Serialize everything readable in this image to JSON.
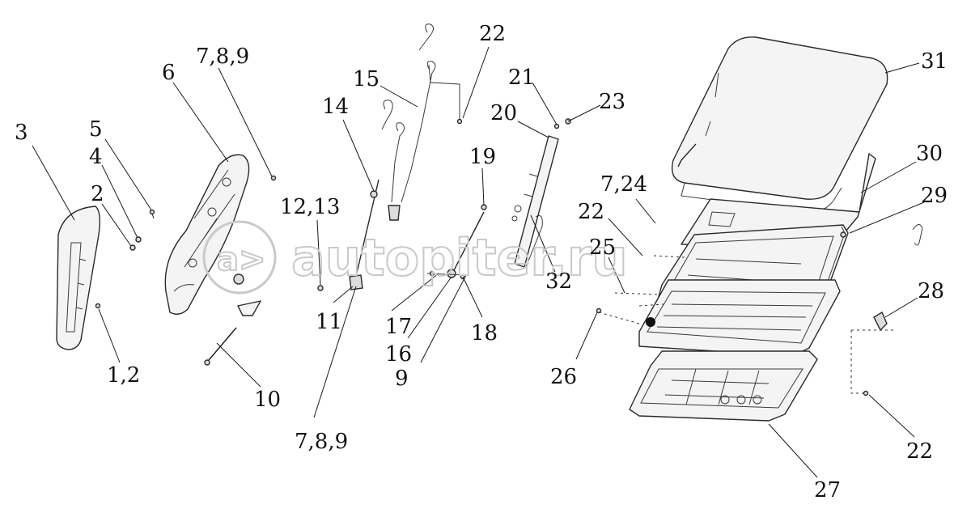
{
  "watermark": {
    "text": "autopiter.ru",
    "logo_glyph": "a>"
  },
  "callouts": [
    {
      "id": "c3",
      "label": "3"
    },
    {
      "id": "c5",
      "label": "5"
    },
    {
      "id": "c4",
      "label": "4"
    },
    {
      "id": "c2",
      "label": "2"
    },
    {
      "id": "c12",
      "label": "1,2"
    },
    {
      "id": "c6",
      "label": "6"
    },
    {
      "id": "c789a",
      "label": "7,8,9"
    },
    {
      "id": "c10",
      "label": "10"
    },
    {
      "id": "c1213",
      "label": "12,13"
    },
    {
      "id": "c14",
      "label": "14"
    },
    {
      "id": "c15",
      "label": "15"
    },
    {
      "id": "c11",
      "label": "11"
    },
    {
      "id": "c789b",
      "label": "7,8,9"
    },
    {
      "id": "c22a",
      "label": "22"
    },
    {
      "id": "c19",
      "label": "19"
    },
    {
      "id": "c17",
      "label": "17"
    },
    {
      "id": "c16",
      "label": "16"
    },
    {
      "id": "c9",
      "label": "9"
    },
    {
      "id": "c18",
      "label": "18"
    },
    {
      "id": "c21",
      "label": "21"
    },
    {
      "id": "c20",
      "label": "20"
    },
    {
      "id": "c23",
      "label": "23"
    },
    {
      "id": "c32",
      "label": "32"
    },
    {
      "id": "c724",
      "label": "7,24"
    },
    {
      "id": "c22b",
      "label": "22"
    },
    {
      "id": "c25",
      "label": "25"
    },
    {
      "id": "c26",
      "label": "26"
    },
    {
      "id": "c31",
      "label": "31"
    },
    {
      "id": "c30",
      "label": "30"
    },
    {
      "id": "c29",
      "label": "29"
    },
    {
      "id": "c28",
      "label": "28"
    },
    {
      "id": "c22c",
      "label": "22"
    },
    {
      "id": "c27",
      "label": "27"
    }
  ]
}
